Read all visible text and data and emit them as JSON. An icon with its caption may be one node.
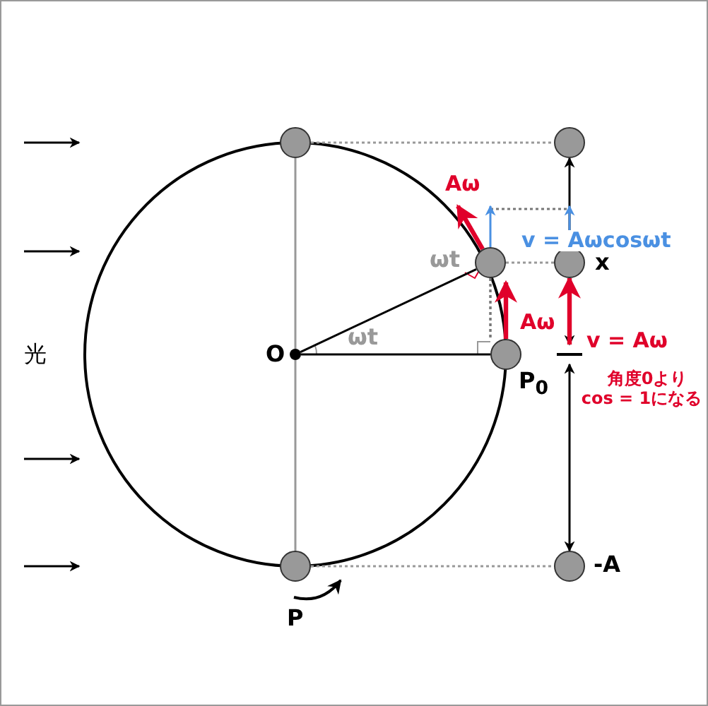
{
  "diagram": {
    "nodes": [
      {
        "text": [],
        "shape": "circle",
        "beside": [
          "O"
        ]
      },
      {
        "text": [],
        "shape": "circle"
      },
      {
        "text": [],
        "shape": "circle"
      },
      {
        "text": [],
        "shape": "circle",
        "beside": [
          "P$_{0}$"
        ]
      },
      {
        "text": [],
        "shape": "circle",
        "beside": [
          "P"
        ]
      },
      {
        "text": [],
        "shape": "circle"
      },
      {
        "text": [],
        "shape": "circle",
        "beside": [
          "x"
        ]
      },
      {
        "text": [],
        "shape": "circle",
        "beside": [
          "-A"
        ]
      },
      {
        "text": [],
        "shape": "bar"
      }
    ],
    "edges": [
      {
        "from": 0,
        "to": 2,
        "arrow": "none"
      },
      {
        "from": 0,
        "to": 3,
        "arrow": "none"
      },
      {
        "from": 1,
        "to": 4,
        "arrow": "none",
        "color": "#999999"
      },
      {
        "from": 1,
        "to": 5,
        "arrow": "none",
        "style": "dashed",
        "color": "#999999"
      },
      {
        "from": 2,
        "to": 6,
        "arrow": "none",
        "style": "dashed",
        "color": "#999999"
      },
      {
        "from": 4,
        "to": 7,
        "arrow": "none",
        "style": "dashed",
        "color": "#999999"
      },
      {
        "from": 6,
        "to": 5,
        "arrow": "to"
      },
      {
        "from": 6,
        "to": 8,
        "arrow": "to"
      },
      {
        "from": 7,
        "to": 8,
        "arrow": "both"
      },
      {
        "from": 8,
        "to": 6,
        "arrow": "to",
        "label": "v = Aω",
        "style": "thick",
        "color": "#e0002a"
      },
      {
        "from": 6,
        "to": null,
        "arrow": "to",
        "label": "v = Aωcosωt",
        "color": "#4a90e2"
      },
      {
        "from": 3,
        "to": 2,
        "arrow": "to",
        "label": "Aω",
        "style": "thick",
        "color": "#e0002a"
      },
      {
        "from": 2,
        "to": null,
        "arrow": "to",
        "label": "Aω",
        "style": "thick",
        "color": "#e0002a"
      },
      {
        "from": 2,
        "to": null,
        "arrow": "to",
        "color": "#4a90e2"
      },
      {
        "from": 2,
        "to": 3,
        "arrow": "none",
        "style": "dashed",
        "color": "#777777"
      }
    ],
    "labels": [
      "光",
      "ωt",
      "ωt",
      "角度0より cos = 1になる"
    ]
  }
}
